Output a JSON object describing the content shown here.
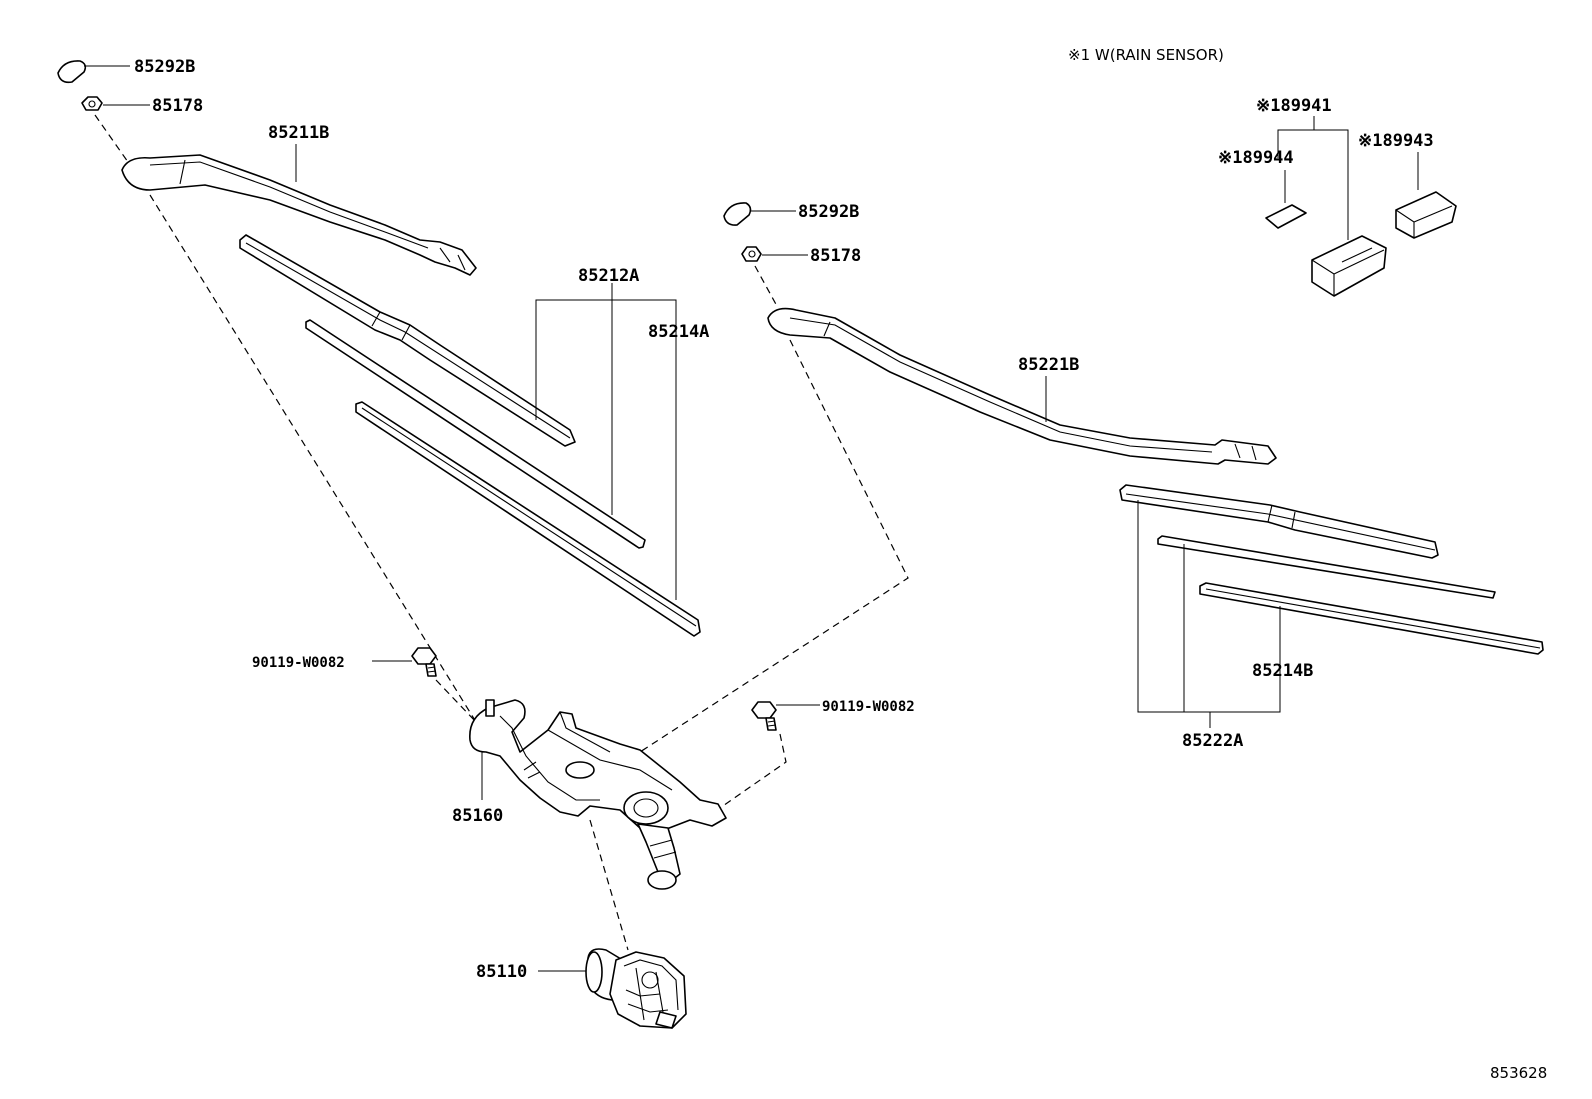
{
  "note": "※1 W(RAIN SENSOR)",
  "diagram_id": "853628",
  "labels": {
    "p85292B_top": "85292B",
    "p85178_top": "85178",
    "p85211B": "85211B",
    "p85212A": "85212A",
    "p85214A": "85214A",
    "p85292B_mid": "85292B",
    "p85178_mid": "85178",
    "p85221B": "85221B",
    "p89941": "※189941",
    "p89944": "※189944",
    "p89943": "※189943",
    "p85214B": "85214B",
    "p85222A": "85222A",
    "bolt_left": "90119-W0082",
    "bolt_right": "90119-W0082",
    "p85160": "85160",
    "p85110": "85110"
  }
}
